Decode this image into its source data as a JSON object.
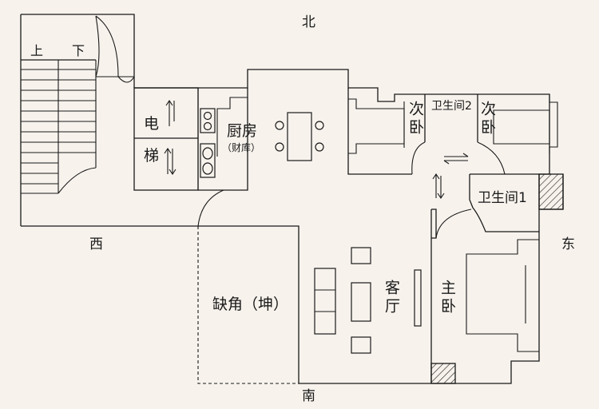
{
  "directions": {
    "north": "北",
    "south": "南",
    "east": "东",
    "west": "西"
  },
  "rooms": {
    "stair_up": "上",
    "stair_down": "下",
    "elevator_top": "电",
    "elevator_bottom": "梯",
    "kitchen": "厨房",
    "kitchen_note": "（财库）",
    "bedroom_left": "次卧",
    "bathroom_2": "卫生间2",
    "bedroom_right": "次卧",
    "bathroom_1": "卫生间1",
    "living_room": "客厅",
    "master_bedroom": "主卧",
    "missing_corner": "缺角（坤）"
  },
  "colors": {
    "background": "#f7f2ec",
    "line": "#1a1a1a"
  }
}
